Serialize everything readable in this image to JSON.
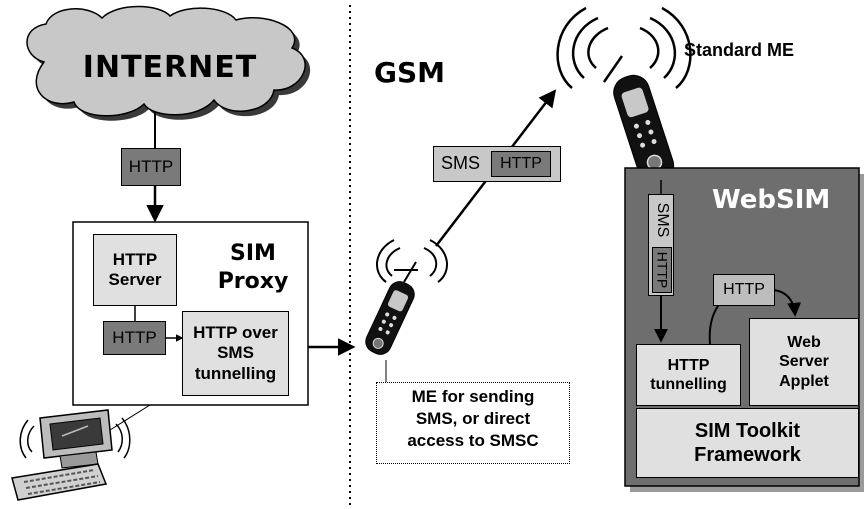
{
  "internet": {
    "label": "INTERNET"
  },
  "link_internet_proxy": {
    "label": "HTTP"
  },
  "sim_proxy": {
    "title_line1": "SIM",
    "title_line2": "Proxy",
    "server_line1": "HTTP",
    "server_line2": "Server",
    "inner_http": "HTTP",
    "tunnel_line1": "HTTP over",
    "tunnel_line2": "SMS",
    "tunnel_line3": "tunnelling"
  },
  "gsm": {
    "label": "GSM"
  },
  "sms_message": {
    "sms": "SMS",
    "http": "HTTP"
  },
  "sending_me": {
    "line1": "ME for sending",
    "line2": "SMS, or direct",
    "line3": "access to SMSC"
  },
  "standard_me": {
    "label": "Standard ME"
  },
  "websim": {
    "title": "WebSIM",
    "sms": "SMS",
    "http_vertical": "HTTP",
    "inner_http": "HTTP",
    "tunnel_line1": "HTTP",
    "tunnel_line2": "tunnelling",
    "applet_line1": "Web",
    "applet_line2": "Server",
    "applet_line3": "Applet",
    "toolkit_line1": "SIM Toolkit",
    "toolkit_line2": "Framework"
  },
  "colors": {
    "cloud": "#c8c8c8",
    "dark_box": "#7a7a7a",
    "light_box": "#e0e0e0",
    "websim_panel": "#6e6e6e"
  }
}
